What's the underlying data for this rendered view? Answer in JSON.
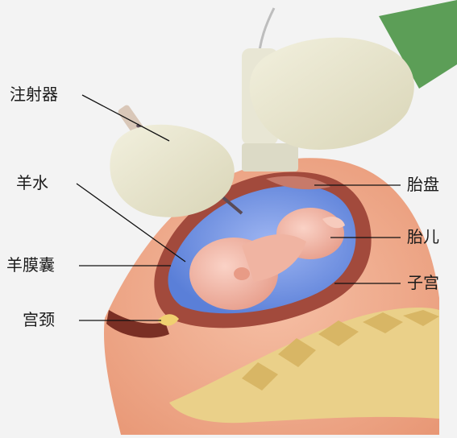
{
  "labels": {
    "syringe": "注射器",
    "amniotic_fluid": "羊水",
    "amniotic_sac": "羊膜囊",
    "cervix": "宫颈",
    "placenta": "胎盘",
    "fetus": "胎儿",
    "uterus": "子宫"
  },
  "colors": {
    "background": "#f3f3f3",
    "glove": "#e9e6cf",
    "sleeve": "#5c9e57",
    "skin": "#efa98d",
    "uterus_wall": "#a24a3c",
    "amniotic_fluid": "#6d8fe0",
    "fetus": "#f2b8a8",
    "spine": "#e9cc87",
    "leader_line": "#111111"
  }
}
